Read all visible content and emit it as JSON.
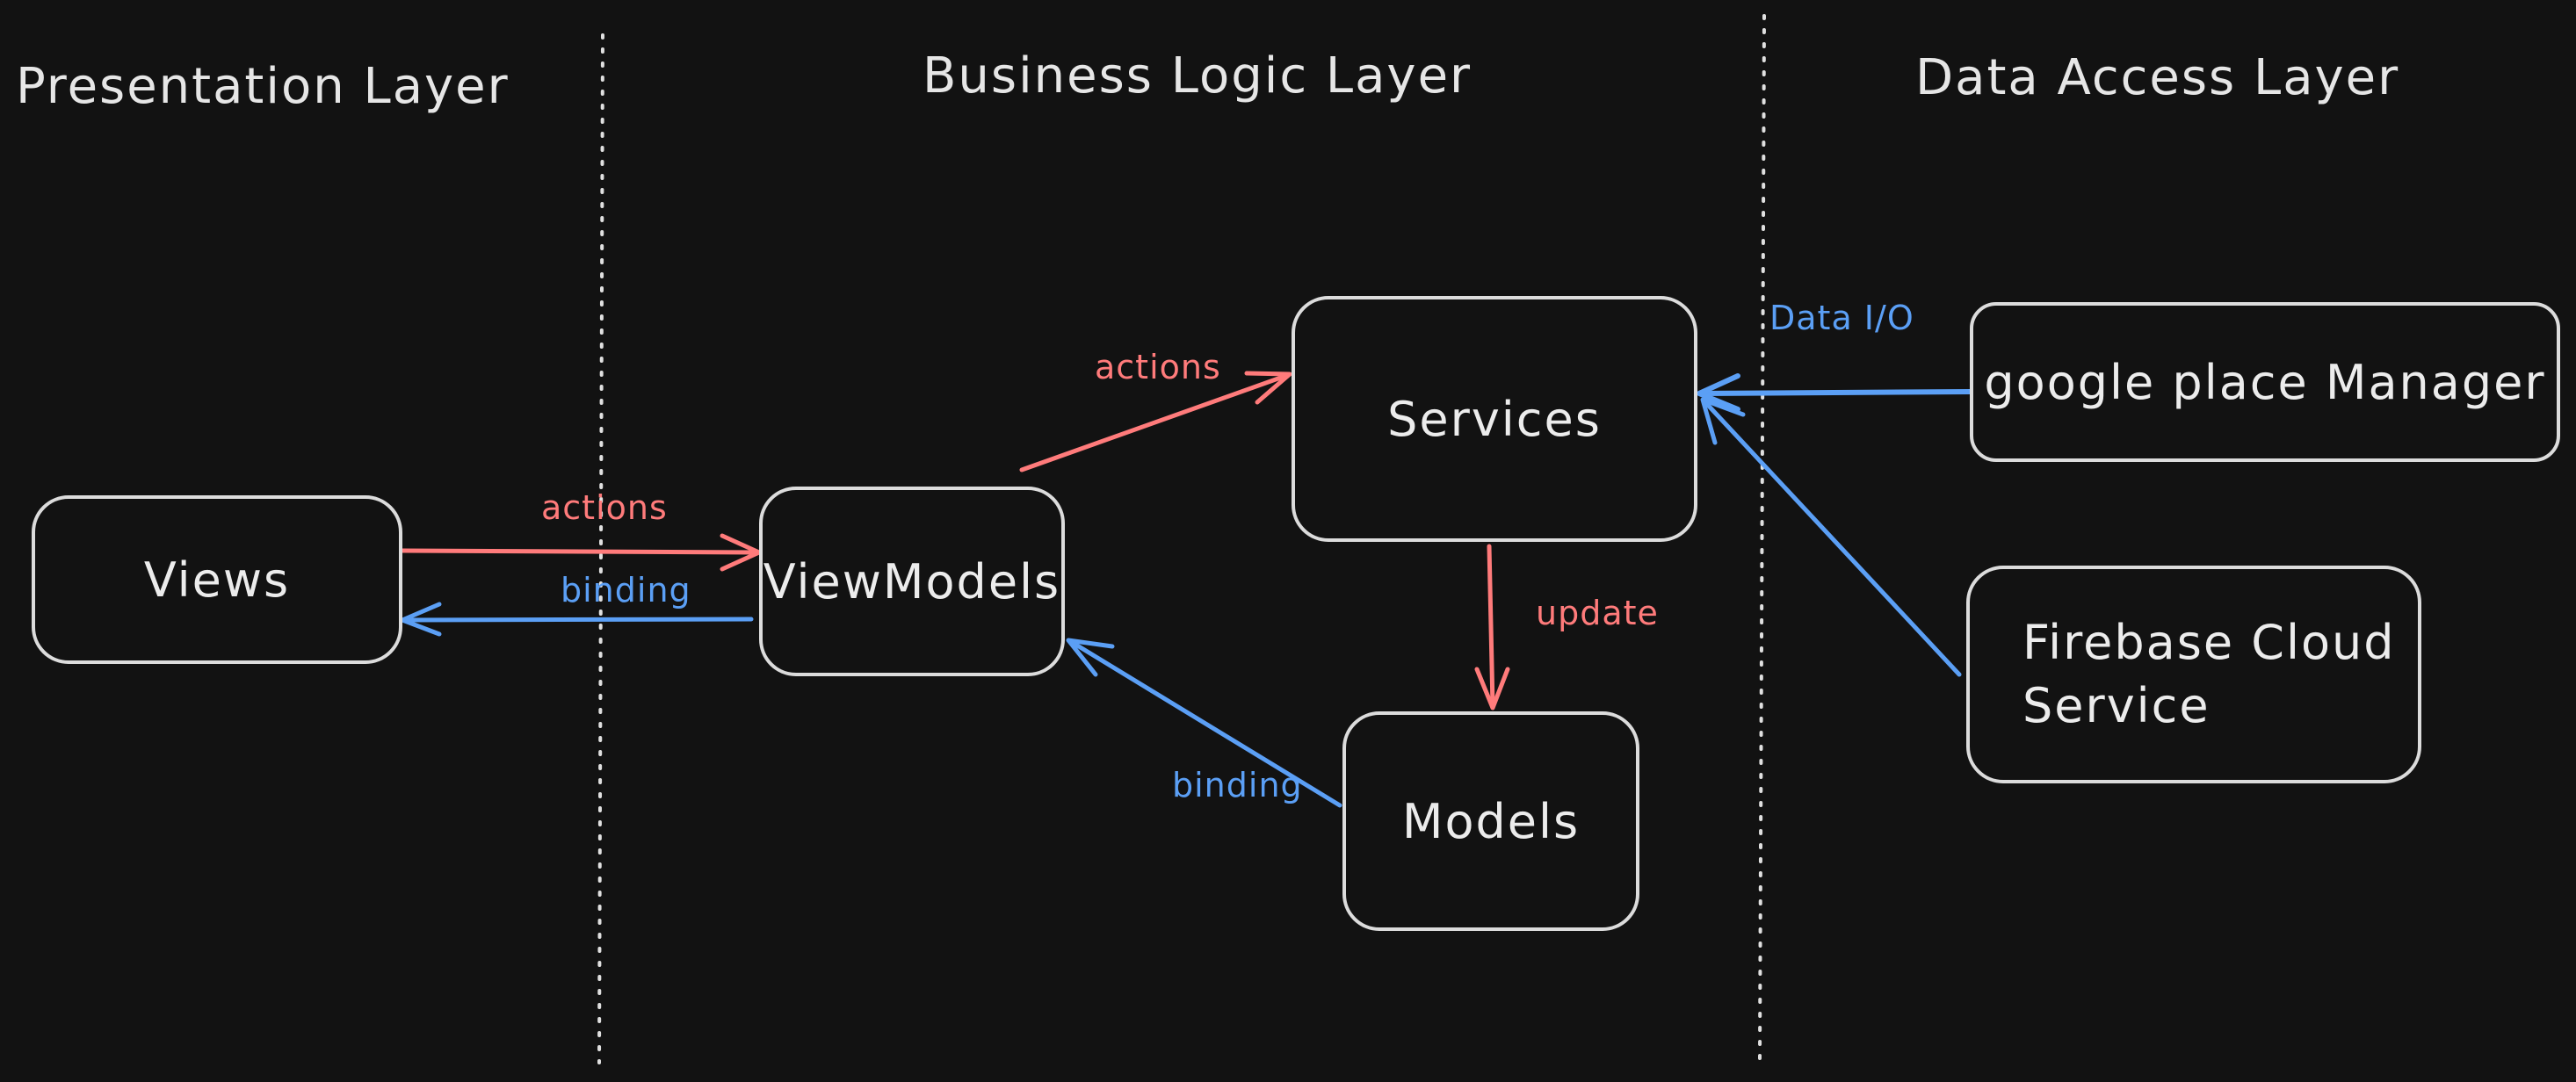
{
  "layers": {
    "presentation": "Presentation Layer",
    "business": "Business Logic Layer",
    "data": "Data Access Layer"
  },
  "nodes": {
    "views": "Views",
    "viewmodels": "ViewModels",
    "services": "Services",
    "models": "Models",
    "google_place_manager": "google place Manager",
    "firebase_cloud_service": "Firebase Cloud\nService"
  },
  "edges": {
    "views_to_viewmodels": "actions",
    "viewmodels_to_views": "binding",
    "viewmodels_to_services": "actions",
    "services_to_models": "update",
    "models_to_viewmodels": "binding",
    "google_to_services": "Data I/O"
  },
  "colors": {
    "action": "#ff7b7b",
    "binding": "#5b9ff5",
    "outline": "#dcdcdc",
    "background": "#121212"
  }
}
